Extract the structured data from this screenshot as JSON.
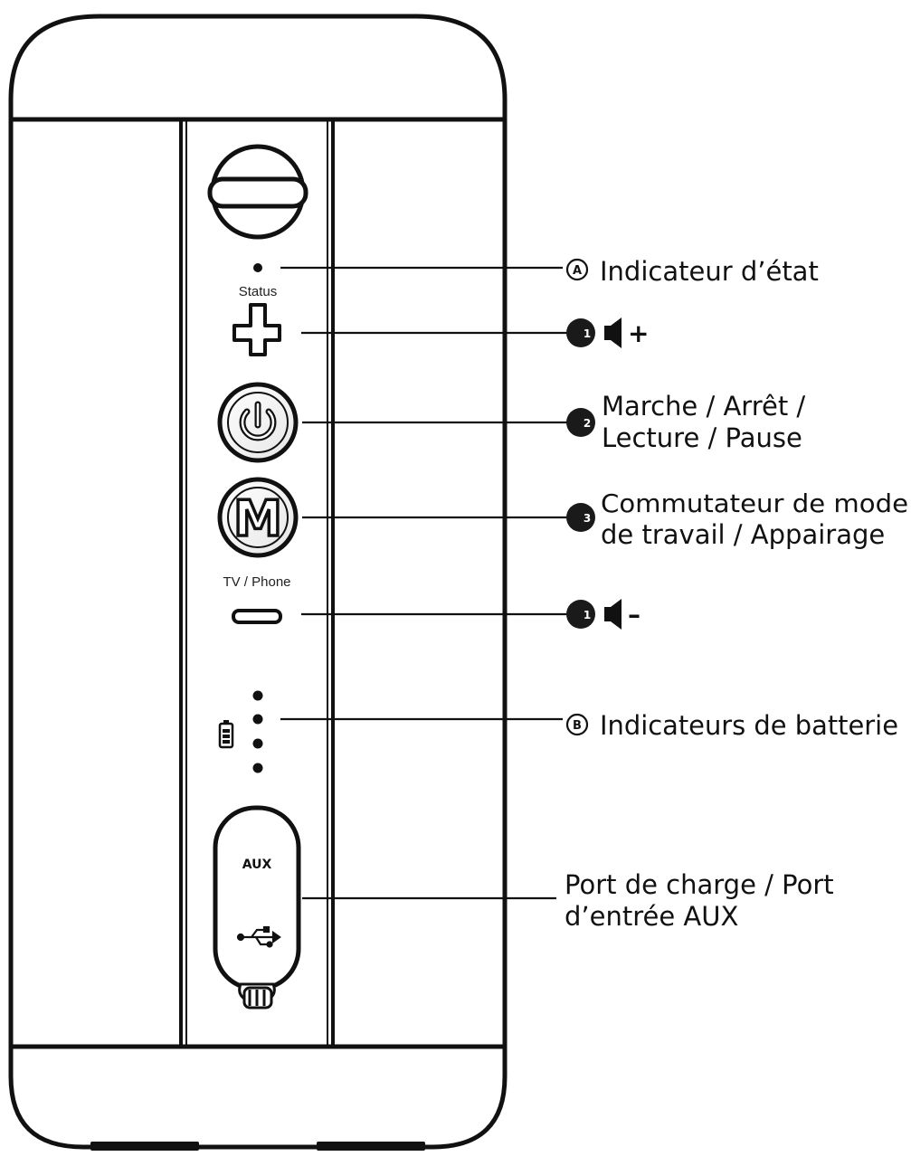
{
  "device": {
    "status_label": "Status",
    "mode_button_letter": "M",
    "mode_label": "TV / Phone",
    "port_aux_label": "AUX",
    "icons": [
      "hanging-strap-icon",
      "status-led-icon",
      "volume-plus-icon",
      "power-icon",
      "mode-m-icon",
      "volume-minus-icon",
      "battery-icon",
      "usb-icon",
      "port-cover-hinge-icon"
    ]
  },
  "callouts": {
    "status_indicator": {
      "marker": "A",
      "text": "Indicateur d’état"
    },
    "volume_up": {
      "marker": "1",
      "sign": "+"
    },
    "power_play": {
      "marker": "2",
      "line1": "Marche / Arrêt /",
      "line2": "Lecture / Pause"
    },
    "mode_pairing": {
      "marker": "3",
      "line1": "Commutateur de mode",
      "line2": "de travail / Appairage"
    },
    "volume_down": {
      "marker": "1",
      "sign": "–"
    },
    "battery_indicators": {
      "marker": "B",
      "text": "Indicateurs de batterie"
    },
    "charge_port": {
      "line1": "Port de charge / Port",
      "line2": "d’entrée AUX"
    }
  },
  "colors": {
    "ink": "#111111",
    "marker_fill": "#1a1a1a",
    "marker_text": "#ffffff"
  }
}
